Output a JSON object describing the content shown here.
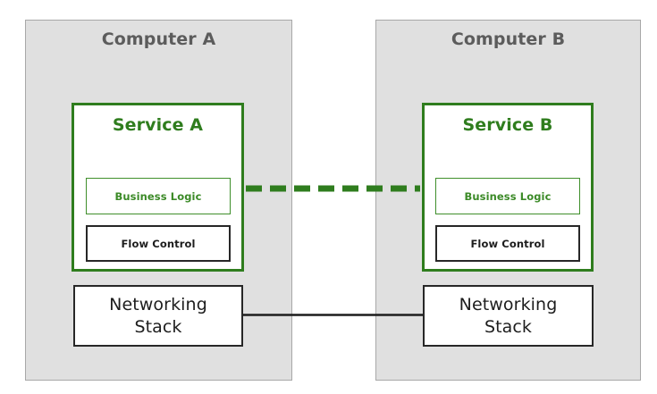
{
  "diagram": {
    "background_color": "#ffffff",
    "computers": [
      {
        "id": "computer-a",
        "title": "Computer A",
        "fill_color": "#e0e0e0",
        "border_color": "#a8a8a8",
        "service": {
          "id": "service-a",
          "title": "Service A",
          "accent_color": "#2f7d1e",
          "components": [
            {
              "label": "Business Logic",
              "style": "green-outline",
              "color": "#3b8a27"
            },
            {
              "label": "Flow Control",
              "style": "dark-outline",
              "color": "#1d1d1d"
            }
          ]
        },
        "networking_stack": {
          "id": "netstack-a",
          "line1": "Networking",
          "line2": "Stack",
          "border_color": "#272727"
        }
      },
      {
        "id": "computer-b",
        "title": "Computer B",
        "fill_color": "#e0e0e0",
        "border_color": "#a8a8a8",
        "service": {
          "id": "service-b",
          "title": "Service B",
          "accent_color": "#2f7d1e",
          "components": [
            {
              "label": "Business Logic",
              "style": "green-outline",
              "color": "#3b8a27"
            },
            {
              "label": "Flow Control",
              "style": "dark-outline",
              "color": "#1d1d1d"
            }
          ]
        },
        "networking_stack": {
          "id": "netstack-b",
          "line1": "Networking",
          "line2": "Stack",
          "border_color": "#272727"
        }
      }
    ],
    "connectors": [
      {
        "id": "logical-link",
        "style": "dashed",
        "color": "#2f7d1e",
        "thickness": 7,
        "dash_count": 7,
        "from": "service-a",
        "to": "service-b"
      },
      {
        "id": "physical-link",
        "style": "solid",
        "color": "#1d1d1d",
        "thickness": 3,
        "from": "netstack-a",
        "to": "netstack-b"
      }
    ]
  }
}
